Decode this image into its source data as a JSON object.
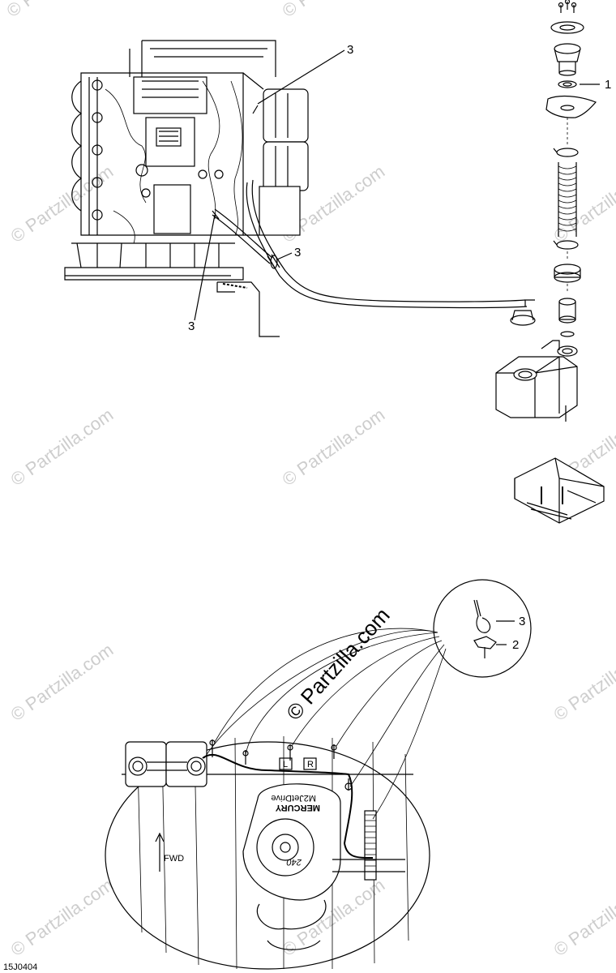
{
  "callouts": {
    "tank_neck_grommet": "1",
    "screw_inset": "2",
    "cable_tie_inset": "3",
    "cable_tie_top_right": "3",
    "cable_tie_mid": "3",
    "cable_tie_lower_left": "3"
  },
  "labels": {
    "forward": "FWD",
    "drive_model": "M2JetDrive",
    "drive_brand": "MERCURY",
    "drive_size": "240",
    "starboard_mark": "R",
    "port_mark": "L"
  },
  "watermark": {
    "text": "© Partzilla.com"
  },
  "figure_id": "15J0404"
}
